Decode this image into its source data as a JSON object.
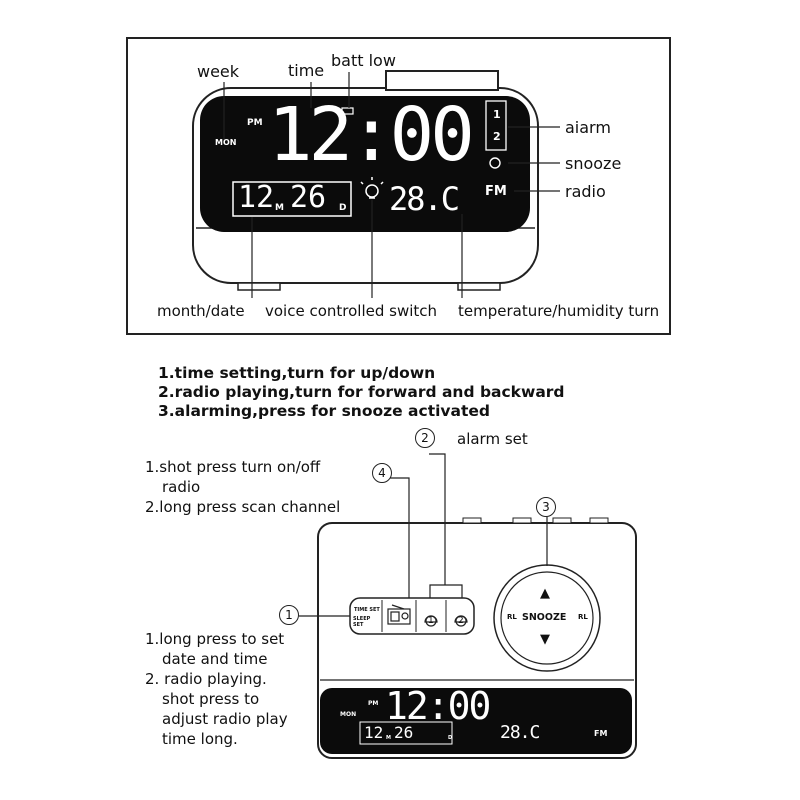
{
  "top_panel": {
    "labels": {
      "week": "week",
      "time": "time",
      "batt_low": "batt low",
      "alarm": "aiarm",
      "snooze": "snooze",
      "radio": "radio",
      "month_date": "month/date",
      "voice_switch": "voice controlled switch",
      "temp_humidity": "temperature/humidity turn"
    },
    "display": {
      "day": "MON",
      "pm": "PM",
      "time": "12:00",
      "month": "12",
      "month_unit": "M",
      "date": "26",
      "date_unit": "D",
      "temperature": "28.C",
      "fm": "FM",
      "alarm1": "1",
      "alarm2": "2"
    }
  },
  "bottom_panel": {
    "instructions": [
      "1.time setting,turn for up/down",
      "2.radio playing,turn for forward and backward",
      "3.alarming,press for snooze activated"
    ],
    "callouts": {
      "num1": "1",
      "num2": "2",
      "num3": "3",
      "num4": "4",
      "alarm_set": "alarm set"
    },
    "radio_notes": [
      "1.shot press turn on/off",
      "radio",
      "2.long press scan channel"
    ],
    "time_notes": [
      "1.long press to set",
      "date and time",
      "2. radio playing.",
      "shot press to",
      "adjust radio play",
      "time long."
    ],
    "buttons": {
      "time_set_line1": "TIME SET",
      "time_set_line2": "SLEEP SET",
      "alarm1": "1",
      "alarm2": "2"
    },
    "knob": {
      "center": "SNOOZE",
      "left": "RL",
      "right": "RL",
      "up": "▲",
      "down": "▼"
    },
    "display": {
      "day": "MON",
      "pm": "PM",
      "time": "12:00",
      "month": "12",
      "month_unit": "M",
      "date": "26",
      "date_unit": "D",
      "temperature": "28.C",
      "fm": "FM"
    }
  }
}
